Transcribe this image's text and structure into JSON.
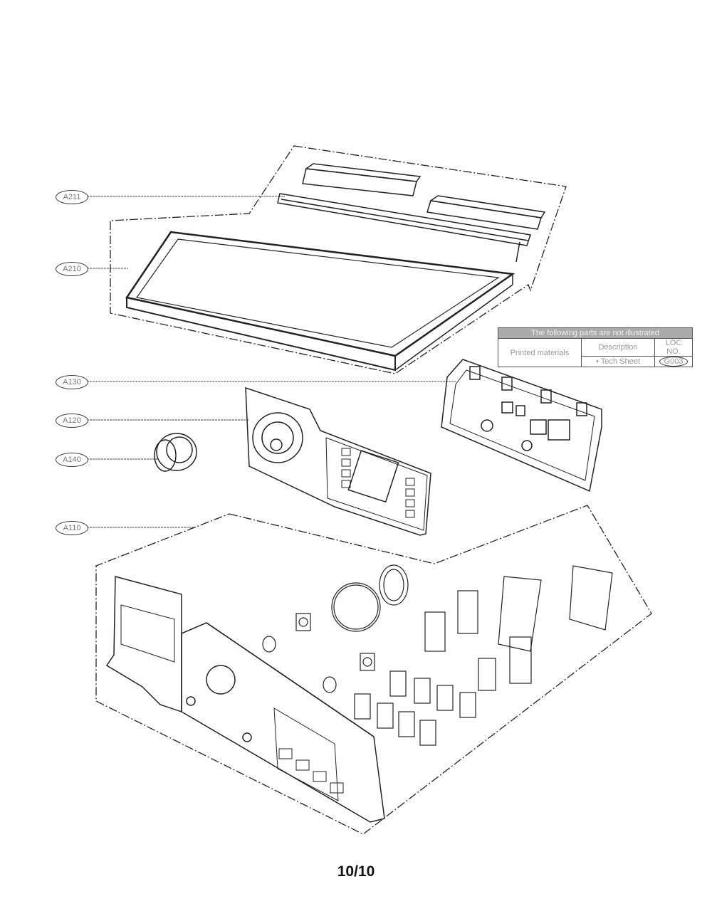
{
  "callouts": [
    {
      "id": "A211"
    },
    {
      "id": "A210"
    },
    {
      "id": "A130"
    },
    {
      "id": "A120"
    },
    {
      "id": "A140"
    },
    {
      "id": "A110"
    }
  ],
  "not_illustrated": {
    "header": "The following parts are not illustrated",
    "group": "Printed materials",
    "col_description": "Description",
    "col_loc": "LOC NO.",
    "item_description": "• Tech Sheet",
    "item_loc": "G003"
  },
  "page_number": "10/10"
}
